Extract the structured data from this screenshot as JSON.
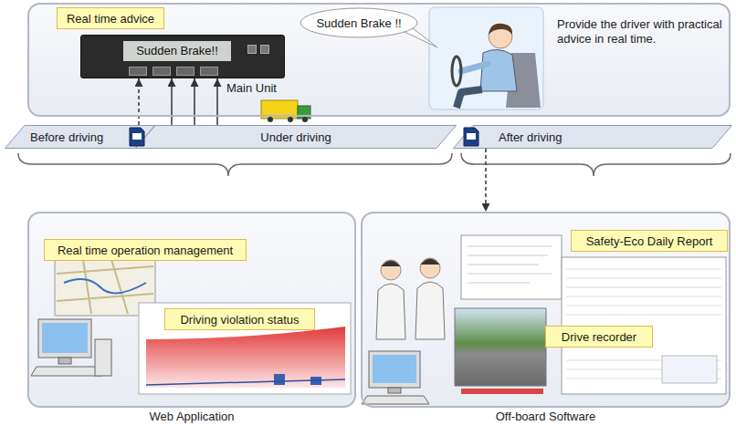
{
  "diagram": {
    "nodes": [
      {
        "text": [
          "Provide the driver with practical advice in real time."
        ]
      },
      {
        "text": [
          "Real time advice"
        ],
        "in": 0
      },
      {
        "text": [
          "Sudden Brake!!"
        ],
        "in": 0
      },
      {
        "text": [
          "Sudden Brake !!"
        ],
        "in": 0
      },
      {
        "text": [
          "Before driving"
        ]
      },
      {
        "text": [
          "Under driving"
        ]
      },
      {
        "text": [
          "After driving"
        ]
      },
      {
        "text": [
          "Web Application"
        ]
      },
      {
        "text": [
          "Real time operation management"
        ],
        "in": 7
      },
      {
        "text": [
          "Driving violation status"
        ],
        "in": 7
      },
      {
        "text": [
          "Off-board Software"
        ]
      },
      {
        "text": [
          "Safety-Eco Daily Report"
        ],
        "in": 10
      },
      {
        "text": [
          "Drive recorder"
        ],
        "in": 10
      }
    ],
    "edges": [
      {
        "from": 4,
        "to": 2,
        "arrow": "to"
      },
      {
        "from": 5,
        "to": 2,
        "arrow": "to"
      },
      {
        "from": 5,
        "to": 2,
        "arrow": "to"
      },
      {
        "from": 5,
        "to": 2,
        "arrow": "to"
      },
      {
        "from": 6,
        "to": 10,
        "arrow": "to"
      }
    ],
    "labels": [
      "Main Unit"
    ]
  }
}
